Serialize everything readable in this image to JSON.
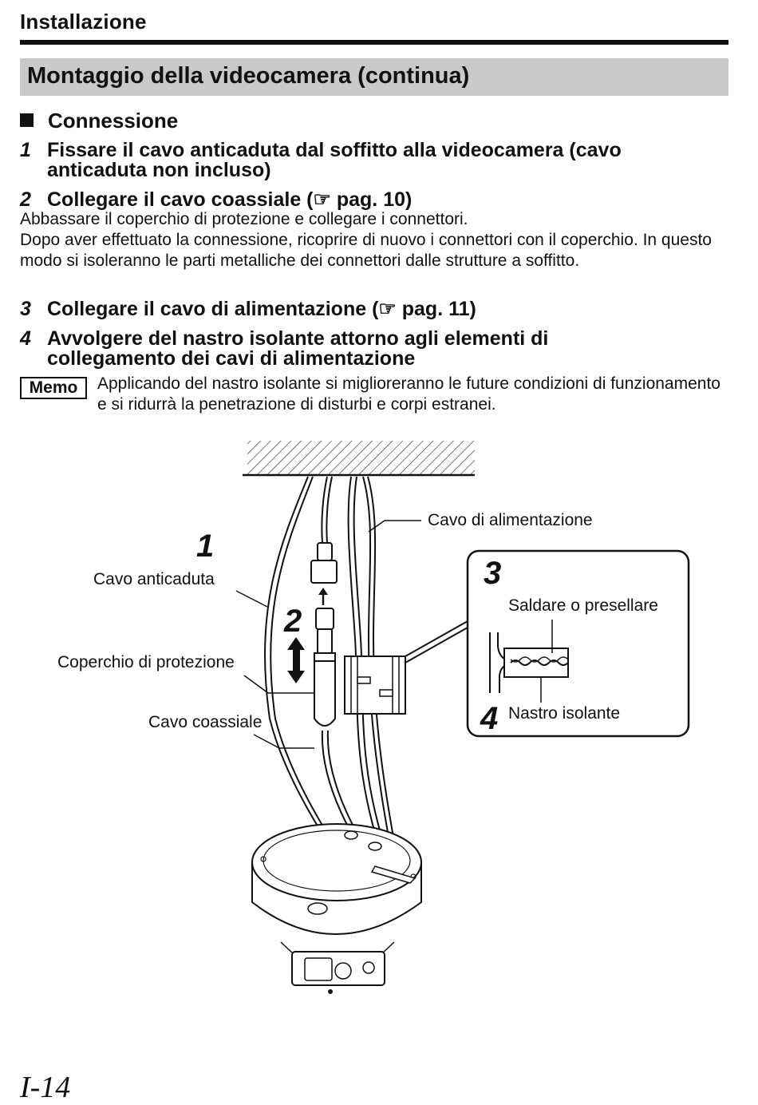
{
  "header": {
    "section_label": "Installazione"
  },
  "title": "Montaggio della videocamera (continua)",
  "subsection": "Connessione",
  "steps": [
    {
      "num": "1",
      "text": "Fissare il cavo anticaduta dal soffitto alla videocamera (cavo anticaduta non incluso)"
    },
    {
      "num": "2",
      "text": "Collegare il cavo coassiale (☞ pag. 10)"
    },
    {
      "num": "3",
      "text": "Collegare il cavo di alimentazione (☞ pag. 11)"
    },
    {
      "num": "4",
      "text": "Avvolgere del nastro isolante attorno agli elementi di collegamento dei cavi di alimentazione"
    }
  ],
  "step2_body": {
    "line1": "Abbassare il coperchio di protezione e collegare i connettori.",
    "line2": "Dopo aver effettuato la connessione, ricoprire di nuovo i connettori con il coperchio. In questo modo si isoleranno le parti metalliche dei connettori dalle strutture a soffitto."
  },
  "memo": {
    "label": "Memo",
    "text": "Applicando del nastro isolante si miglioreranno le future condizioni di funzionamento e si ridurrà la penetrazione di disturbi e corpi estranei."
  },
  "figure": {
    "labels": {
      "power_cable": "Cavo di alimentazione",
      "safety_wire": "Cavo anticaduta",
      "protective_cover": "Coperchio di protezione",
      "coaxial_cable": "Cavo coassiale",
      "solder": "Saldare o presellare",
      "insulating_tape": "Nastro isolante"
    },
    "step_markers": [
      "1",
      "2",
      "3",
      "4"
    ]
  },
  "page_number": "I-14"
}
